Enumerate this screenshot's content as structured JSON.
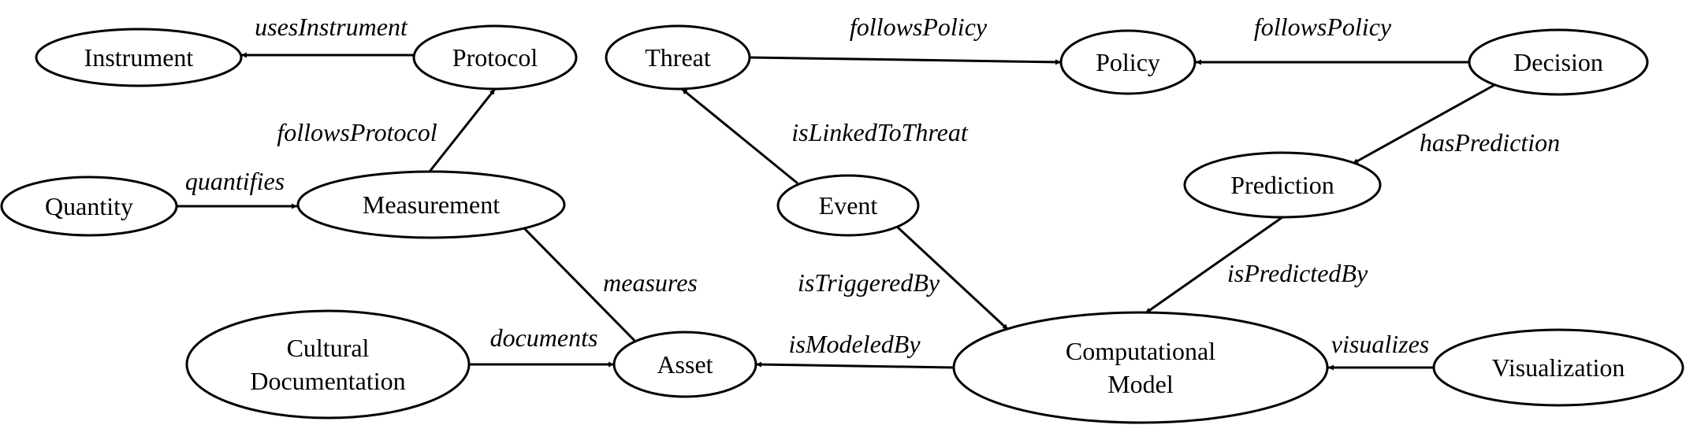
{
  "nodes": {
    "instrument": {
      "lines": [
        "Instrument"
      ]
    },
    "protocol": {
      "lines": [
        "Protocol"
      ]
    },
    "quantity": {
      "lines": [
        "Quantity"
      ]
    },
    "measurement": {
      "lines": [
        "Measurement"
      ]
    },
    "cultural_documentation": {
      "lines": [
        "Cultural",
        "Documentation"
      ]
    },
    "asset": {
      "lines": [
        "Asset"
      ]
    },
    "threat": {
      "lines": [
        "Threat"
      ]
    },
    "event": {
      "lines": [
        "Event"
      ]
    },
    "policy": {
      "lines": [
        "Policy"
      ]
    },
    "decision": {
      "lines": [
        "Decision"
      ]
    },
    "prediction": {
      "lines": [
        "Prediction"
      ]
    },
    "computational_model": {
      "lines": [
        "Computational",
        "Model"
      ]
    },
    "visualization": {
      "lines": [
        "Visualization"
      ]
    }
  },
  "edges": {
    "usesInstrument": "usesInstrument",
    "followsProtocol": "followsProtocol",
    "quantifies": "quantifies",
    "measures": "measures",
    "documents": "documents",
    "isModeledBy": "isModeledBy",
    "isTriggeredBy": "isTriggeredBy",
    "isLinkedToThreat": "isLinkedToThreat",
    "followsPolicy_threat": "followsPolicy",
    "followsPolicy_decision": "followsPolicy",
    "hasPrediction": "hasPrediction",
    "isPredictedBy": "isPredictedBy",
    "visualizes": "visualizes"
  }
}
